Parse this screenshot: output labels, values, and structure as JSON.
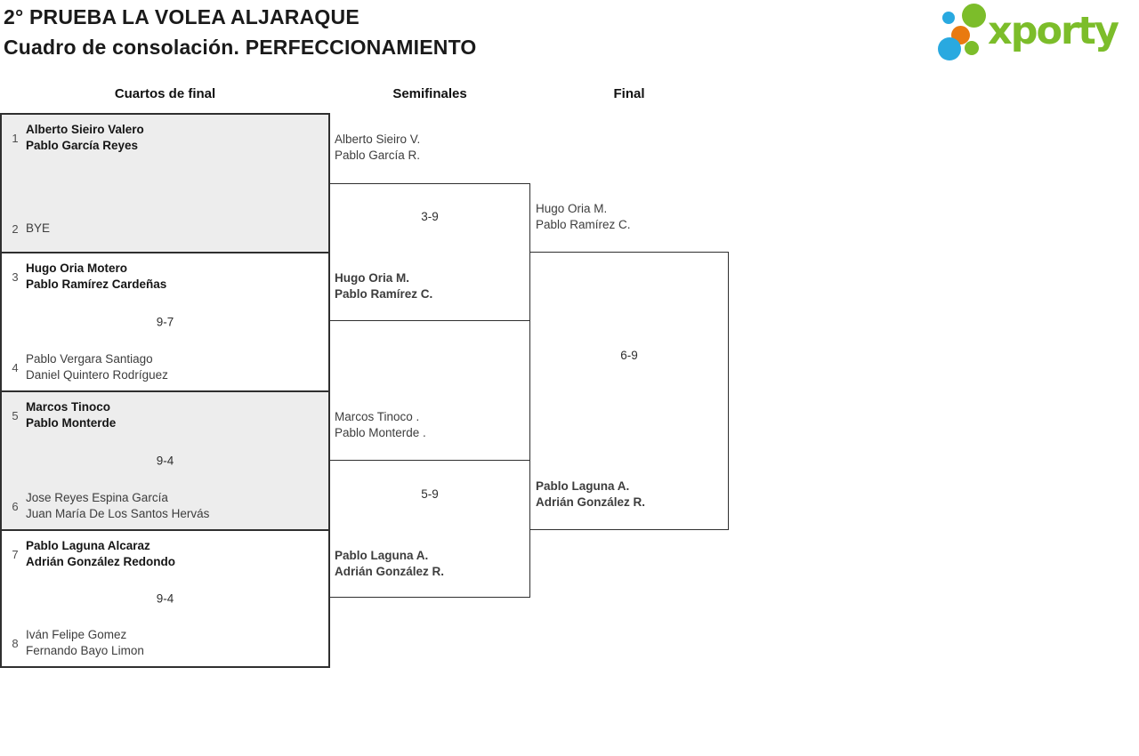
{
  "header": {
    "title_line1": "2° PRUEBA LA VOLEA ALJARAQUE",
    "title_line2": "Cuadro de consolación. PERFECCIONAMIENTO",
    "logo_text": "xporty",
    "logo_colors": {
      "green": "#7cbd2a",
      "blue": "#29a9e0",
      "orange": "#e97a10"
    }
  },
  "round_headers": {
    "quarterfinals": "Cuartos de final",
    "semifinals": "Semifinales",
    "final": "Final"
  },
  "colors": {
    "shaded_box_bg": "#ededed",
    "box_border": "#2f2f2f"
  },
  "bracket": {
    "quarterfinals": [
      {
        "seed_top": "1",
        "team_top": [
          "Alberto Sieiro Valero",
          "Pablo García Reyes"
        ],
        "score": "",
        "seed_bottom": "2",
        "team_bottom": [
          "BYE",
          ""
        ],
        "winner": "top"
      },
      {
        "seed_top": "3",
        "team_top": [
          "Hugo Oria Motero",
          "Pablo Ramírez Cardeñas"
        ],
        "score": "9-7",
        "seed_bottom": "4",
        "team_bottom": [
          "Pablo Vergara Santiago",
          "Daniel Quintero Rodríguez"
        ],
        "winner": "top"
      },
      {
        "seed_top": "5",
        "team_top": [
          "Marcos Tinoco",
          "Pablo Monterde"
        ],
        "score": "9-4",
        "seed_bottom": "6",
        "team_bottom": [
          "Jose Reyes Espina García",
          "Juan María De Los Santos Hervás"
        ],
        "winner": "top"
      },
      {
        "seed_top": "7",
        "team_top": [
          "Pablo Laguna Alcaraz",
          "Adrián González Redondo"
        ],
        "score": "9-4",
        "seed_bottom": "8",
        "team_bottom": [
          "Iván Felipe Gomez",
          "Fernando Bayo Limon"
        ],
        "winner": "top"
      }
    ],
    "semifinals": [
      {
        "team_top": [
          "Alberto Sieiro V.",
          "Pablo García R."
        ],
        "score": "3-9",
        "team_bottom": [
          "Hugo Oria M.",
          "Pablo Ramírez C."
        ],
        "winner": "bottom"
      },
      {
        "team_top": [
          "Marcos Tinoco .",
          "Pablo Monterde ."
        ],
        "score": "5-9",
        "team_bottom": [
          "Pablo Laguna A.",
          "Adrián González R."
        ],
        "winner": "bottom"
      }
    ],
    "final": {
      "team_top": [
        "Hugo Oria M.",
        "Pablo Ramírez C."
      ],
      "score": "6-9",
      "team_bottom": [
        "Pablo Laguna A.",
        "Adrián González R."
      ],
      "winner": "bottom"
    }
  }
}
